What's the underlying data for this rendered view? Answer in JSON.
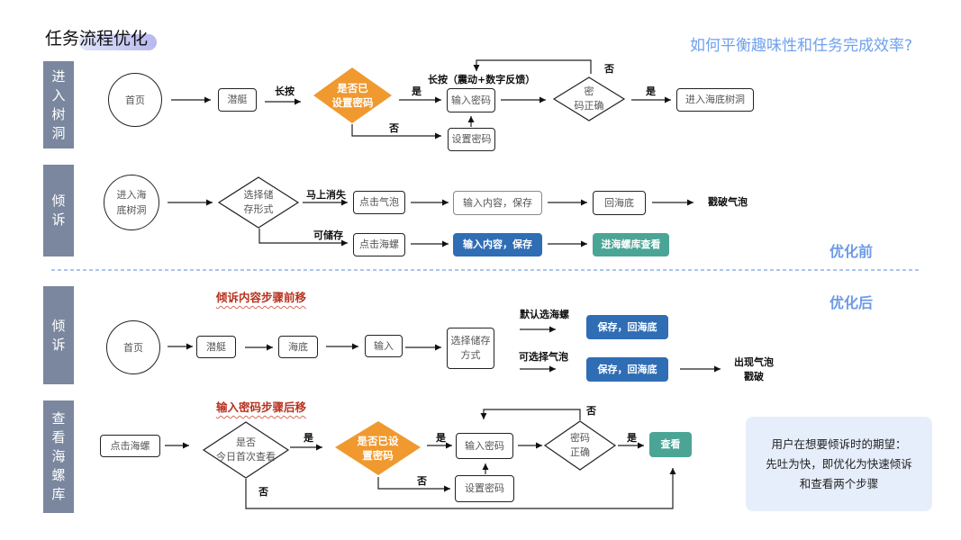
{
  "title": "任务流程优化",
  "question": "如何平衡趣味性和任务完成效率?",
  "phases": {
    "before": "优化前",
    "after": "优化后"
  },
  "colors": {
    "lane": "#7a879e",
    "orange": "#f0992f",
    "blue": "#2f6db5",
    "teal": "#4ba596",
    "accent_red": "#b8321f",
    "divider": "#7aa2e8"
  },
  "lanes": [
    "进\n入\n树\n洞",
    "倾\n诉",
    "倾\n诉",
    "查\n看\n海\n螺\n库"
  ],
  "before": {
    "row1": {
      "home": "首页",
      "submarine": "潜艇",
      "long_press": "长按",
      "has_password": "是否已\n设置密码",
      "yes1": "是",
      "no1": "否",
      "long_press_feedback": "长按（震动+数字反馈）",
      "enter_password": "输入密码",
      "set_password": "设置密码",
      "password_correct": "密\n码正确",
      "no2": "否",
      "yes2": "是",
      "enter_hole": "进入海底树洞"
    },
    "row2": {
      "enter_hole": "进入海\n底树洞",
      "choose_storage": "选择储\n存形式",
      "disappear": "马上消失",
      "tap_bubble": "点击气泡",
      "input_save_1": "输入内容，保存",
      "back_seabed": "回海底",
      "pop_bubble": "戳破气泡",
      "storable": "可储存",
      "tap_conch": "点击海螺",
      "input_save_2": "输入内容，保存",
      "view_conch": "进海螺库查看"
    }
  },
  "after": {
    "row3": {
      "note": "倾诉内容步骤前移",
      "home": "首页",
      "submarine": "潜艇",
      "seabed": "海底",
      "input": "输入",
      "choose_storage": "选择储存\n方式",
      "default_conch": "默认选海螺",
      "optional_bubble": "可选择气泡",
      "save_back_1": "保存，回海底",
      "save_back_2": "保存，回海底",
      "bubble_pop": "出现气泡\n戳破"
    },
    "row4": {
      "note": "输入密码步骤后移",
      "tap_conch": "点击海螺",
      "first_view": "是否\n今日首次查看",
      "yes1": "是",
      "no1": "否",
      "has_password": "是否已设\n置密码",
      "yes2": "是",
      "no2": "否",
      "enter_password": "输入密码",
      "set_password": "设置密码",
      "password_correct": "密码\n正确",
      "no3": "否",
      "yes3": "是",
      "view": "查看"
    }
  },
  "info": "用户在想要倾诉时的期望：\n先吐为快，即优化为快速倾诉\n和查看两个步骤"
}
